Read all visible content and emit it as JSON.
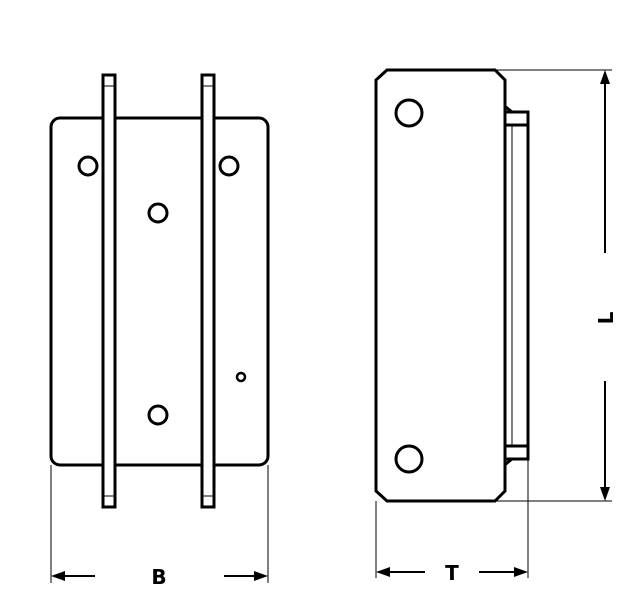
{
  "dimensions": {
    "width_label": "B",
    "thickness_label": "T",
    "length_label": "L"
  }
}
